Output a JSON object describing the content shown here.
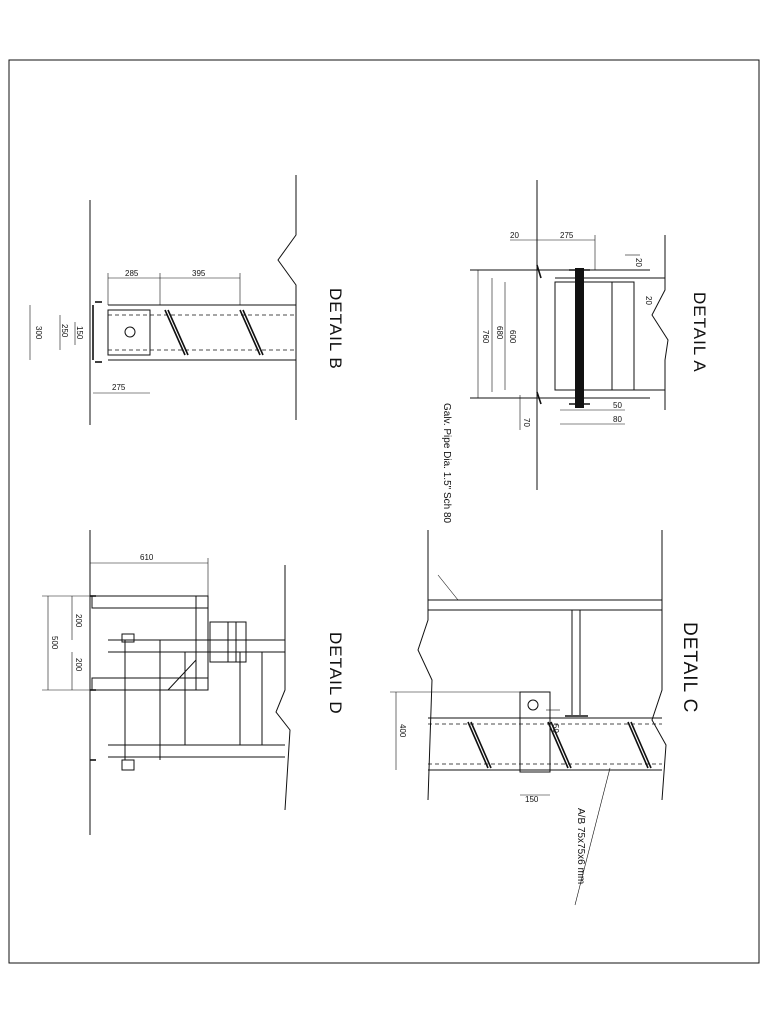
{
  "sheet": {
    "details": [
      {
        "key": "A",
        "title": "DETAIL A"
      },
      {
        "key": "B",
        "title": "DETAIL B"
      },
      {
        "key": "C",
        "title": "DETAIL C"
      },
      {
        "key": "D",
        "title": "DETAIL D"
      }
    ]
  },
  "detail_a": {
    "dims": {
      "d20_top": "20",
      "d275": "275",
      "d20_right": "20",
      "d20_right2": "20",
      "d760": "760",
      "d680": "680",
      "d600": "600",
      "d70": "70",
      "d50": "50",
      "d80": "80"
    },
    "note": "Galv. Pipe Dia. 1.5\" Sch 80"
  },
  "detail_b": {
    "dims": {
      "d285": "285",
      "d395": "395",
      "d300": "300",
      "d250": "250",
      "d150": "150",
      "d275": "275"
    }
  },
  "detail_c": {
    "dims": {
      "d400": "400",
      "d50": "50",
      "d150": "150"
    },
    "note": "A/B 75x75x6 mm"
  },
  "detail_d": {
    "dims": {
      "d610": "610",
      "d500": "500",
      "d200a": "200",
      "d200b": "200"
    }
  }
}
